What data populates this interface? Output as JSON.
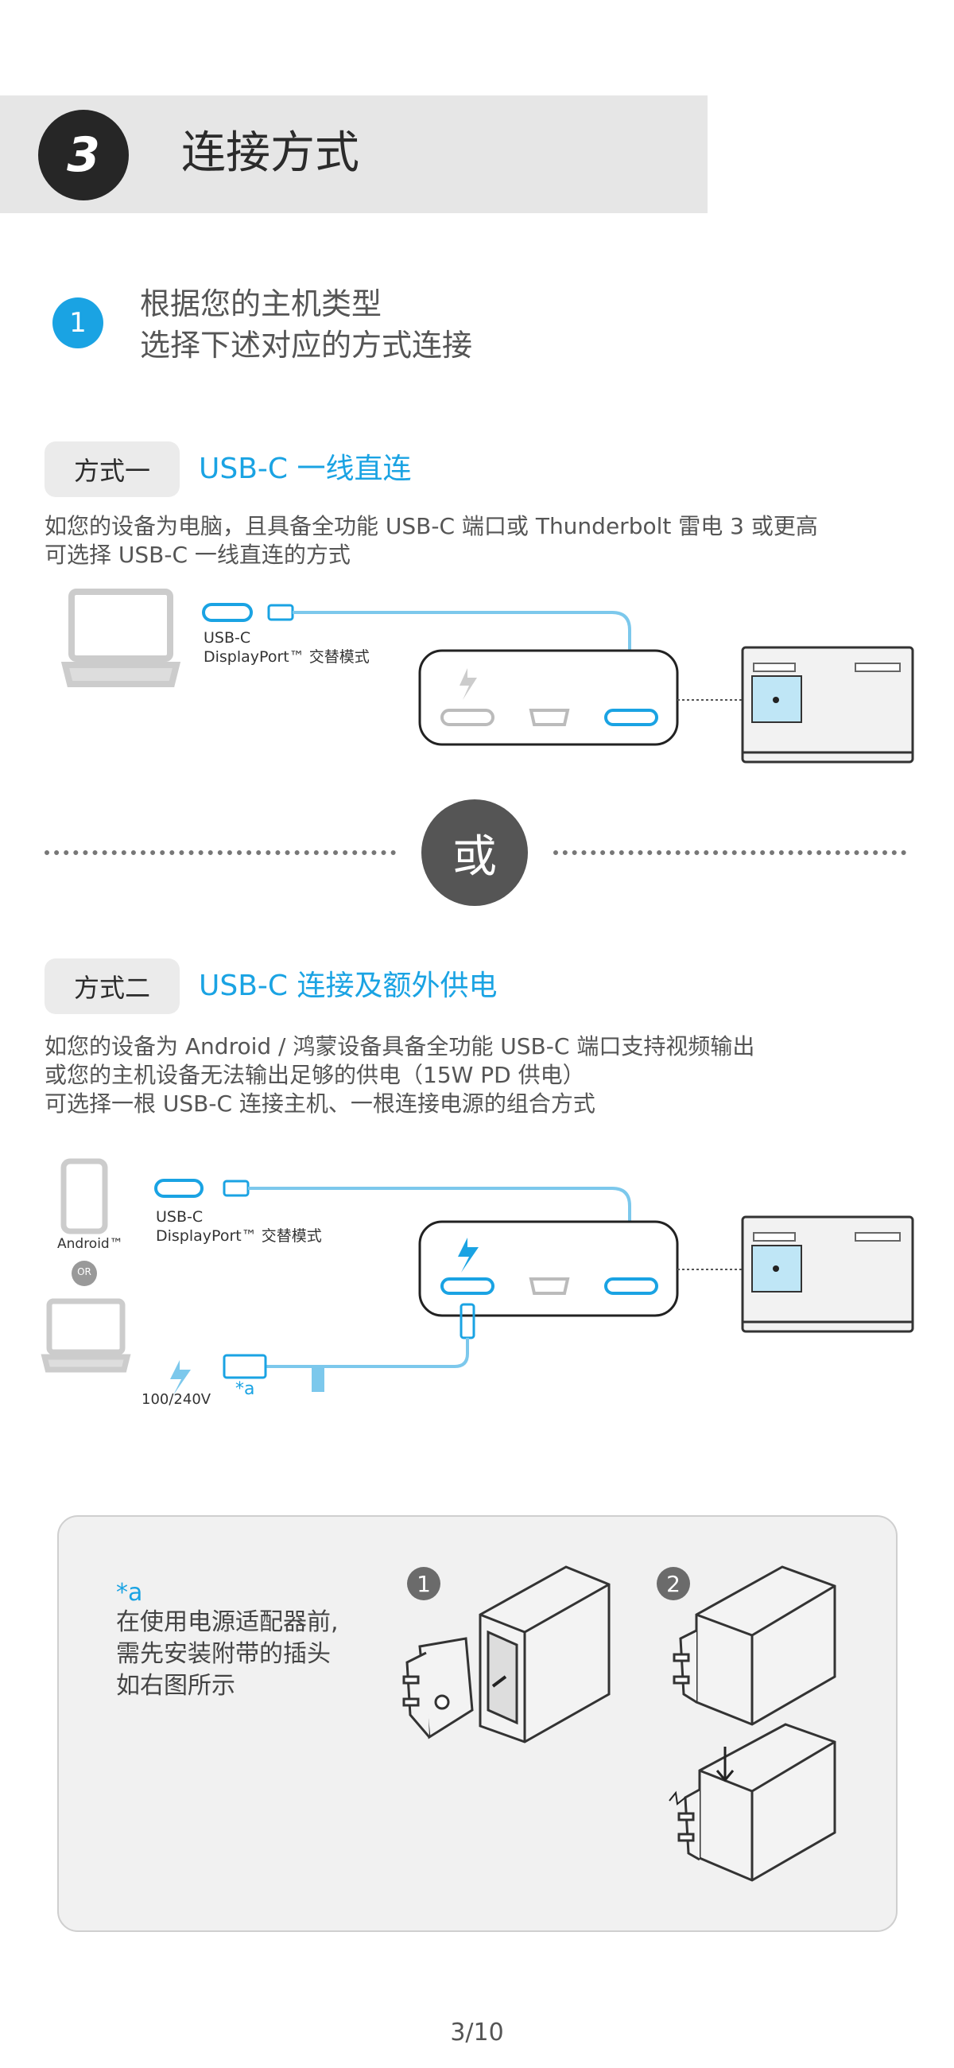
{
  "header": {
    "step_number": "3",
    "title": "连接方式"
  },
  "intro": {
    "badge": "1",
    "line1": "根据您的主机类型",
    "line2": "选择下述对应的方式连接"
  },
  "method1": {
    "tag": "方式一",
    "title": "USB-C 一线直连",
    "desc": "如您的设备为电脑，且具备全功能 USB-C 端口或 Thunderbolt 雷电 3 或更高\n可选择 USB-C 一线直连的方式",
    "port_label": "USB-C\nDisplayPort™ 交替模式"
  },
  "divider": {
    "or_label": "或"
  },
  "method2": {
    "tag": "方式二",
    "title": "USB-C 连接及额外供电",
    "desc": "如您的设备为 Android / 鸿蒙设备具备全功能 USB-C 端口支持视频输出\n或您的主机设备无法输出足够的供电（15W PD 供电）\n可选择一根 USB-C 连接主机、一根连接电源的组合方式",
    "port_label": "USB-C\nDisplayPort™ 交替模式",
    "android_label": "Android™",
    "or_small": "OR",
    "voltage_label": "100/240V",
    "adapter_mark": "*a"
  },
  "note": {
    "mark": "*a",
    "text": "在使用电源适配器前,\n需先安装附带的插头\n如右图所示",
    "step1": "1",
    "step2": "2"
  },
  "footer": {
    "page": "3/10"
  },
  "colors": {
    "accent": "#1aa3e3",
    "dark": "#262626",
    "band": "#e6e6e6",
    "port_fill": "#bfe6f6"
  }
}
